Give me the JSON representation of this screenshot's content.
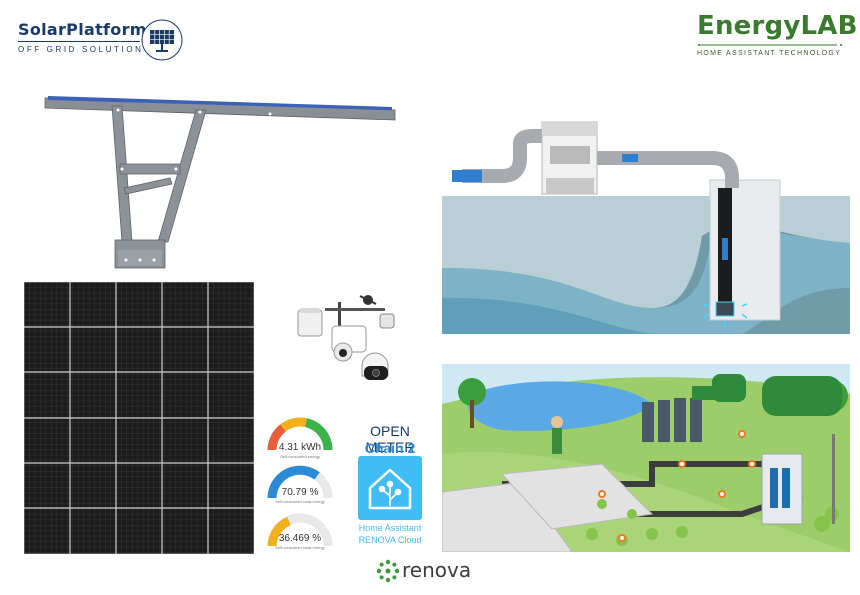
{
  "brand": {
    "title": "SolarPlatform",
    "subtitle": "OFF GRID SOLUTION"
  },
  "energylab": {
    "title": "EnergyLAB",
    "subtitle": "HOME ASSISTANT TECHNOLOGY"
  },
  "gauges": [
    {
      "value_text": "4.31 kWh",
      "caption": "Self-consumed energy",
      "fraction": 0.7,
      "color": "#e85d3a"
    },
    {
      "value_text": "70.79 %",
      "caption": "Self-consumed solar energy",
      "fraction": 0.71,
      "color": "#2b8bd6"
    },
    {
      "value_text": "36.469 %",
      "caption": "Self-consumed solar energy",
      "fraction": 0.36,
      "color": "#f2b01e"
    }
  ],
  "meter": {
    "title": "OPEN METER",
    "chain": "Chain 2",
    "caption_line1": "Home Assistant",
    "caption_line2": "RENOVA Cloud"
  },
  "footer": {
    "logo_text": "renova"
  },
  "colors": {
    "navy": "#1a3b66",
    "green": "#3a7a2e",
    "ha_blue": "#41bdf5"
  }
}
